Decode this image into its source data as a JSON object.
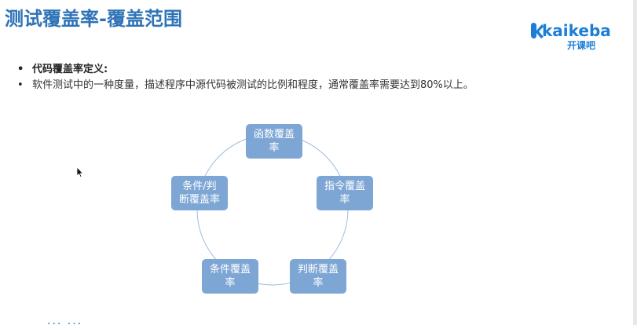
{
  "slide": {
    "title": "测试覆盖率-覆盖范围",
    "logo": {
      "word": "kaikeba",
      "sub": "开课吧",
      "color": "#1b7fd6"
    },
    "bullets": [
      {
        "text": "代码覆盖率定义:",
        "bold": true
      },
      {
        "text": "软件测试中的一种度量，描述程序中源代码被测试的比例和程度，通常覆盖率需要达到80%以上。",
        "bold": false
      }
    ],
    "cycle": {
      "node_color": "#7ea6d4",
      "ring_color": "#9fbde0",
      "nodes": [
        {
          "line1": "函数覆盖",
          "line2": "率"
        },
        {
          "line1": "指令覆盖",
          "line2": "率"
        },
        {
          "line1": "判断覆盖",
          "line2": "率"
        },
        {
          "line1": "条件覆盖",
          "line2": "率"
        },
        {
          "line1": "条件/判",
          "line2": "断覆盖率"
        }
      ]
    },
    "title_color": "#2f73b7"
  }
}
